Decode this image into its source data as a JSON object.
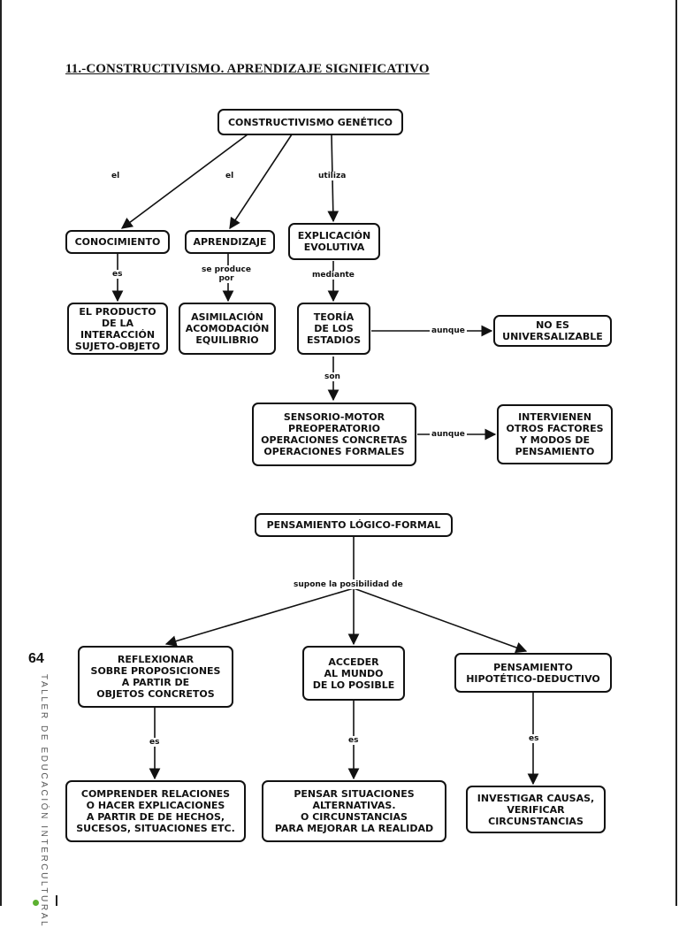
{
  "page": {
    "title": "11.-CONSTRUCTIVISMO. APRENDIZAJE SIGNIFICATIVO",
    "page_number": "64",
    "side_text": "TALLER DE EDUCACIÓN INTERCULTURAL"
  },
  "diagram1": {
    "nodes": {
      "constructivismo": "CONSTRUCTIVISMO GENÉTICO",
      "conocimiento": "CONOCIMIENTO",
      "aprendizaje": "APRENDIZAJE",
      "explicacion": "EXPLICACIÓN\nEVOLUTIVA",
      "producto": "EL PRODUCTO\nDE LA\nINTERACCIÓN\nSUJETO-OBJETO",
      "asimilacion": "ASIMILACIÓN\nACOMODACIÓN\nEQUILIBRIO",
      "teoria": "TEORÍA\nDE LOS\nESTADIOS",
      "no_universal": "NO ES\nUNIVERSALIZABLE",
      "estadios": "SENSORIO-MOTOR\nPREOPERATORIO\nOPERACIONES CONCRETAS\nOPERACIONES FORMALES",
      "factores": "INTERVIENEN\nOTROS FACTORES\nY MODOS DE\nPENSAMIENTO"
    },
    "labels": {
      "el_1": "el",
      "el_2": "el",
      "utiliza": "utiliza",
      "es": "es",
      "se_produce_por": "se produce\npor",
      "mediante": "mediante",
      "aunque_1": "aunque",
      "son": "son",
      "aunque_2": "aunque"
    }
  },
  "diagram2": {
    "nodes": {
      "pensamiento": "PENSAMIENTO LÓGICO-FORMAL",
      "reflexionar": "REFLEXIONAR\nSOBRE PROPOSICIONES\nA PARTIR DE\nOBJETOS CONCRETOS",
      "acceder": "ACCEDER\nAL MUNDO\nDE LO POSIBLE",
      "hipotetico": "PENSAMIENTO\nHIPOTÉTICO-DEDUCTIVO",
      "comprender": "COMPRENDER RELACIONES\nO HACER EXPLICACIONES\nA PARTIR DE DE HECHOS,\nSUCESOS, SITUACIONES ETC.",
      "pensar": "PENSAR SITUACIONES\nALTERNATIVAS.\nO CIRCUNSTANCIAS\nPARA MEJORAR LA REALIDAD",
      "investigar": "INVESTIGAR CAUSAS,\nVERIFICAR\nCIRCUNSTANCIAS"
    },
    "labels": {
      "supone": "supone la posibilidad de",
      "es_1": "es",
      "es_2": "es",
      "es_3": "es"
    }
  },
  "colors": {
    "accent_dot": "#5cb130",
    "line": "#111111"
  }
}
